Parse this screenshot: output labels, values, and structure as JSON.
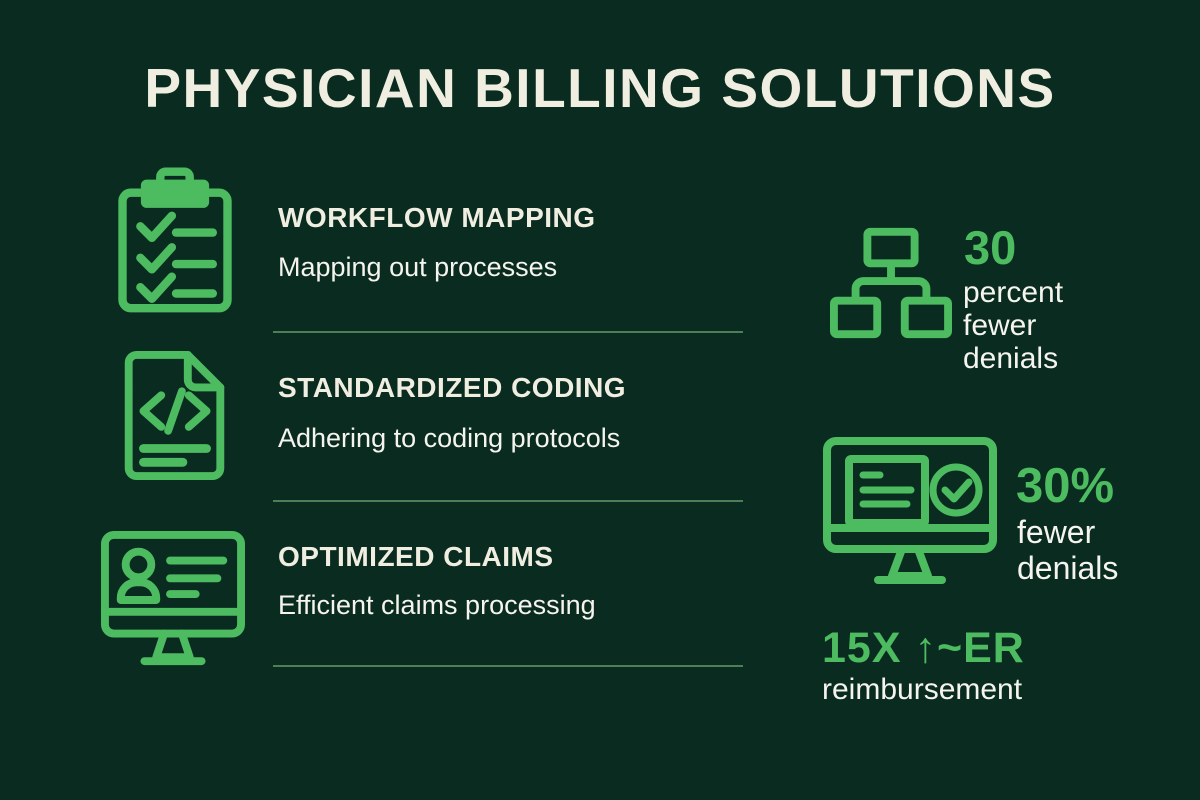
{
  "title": "PHYSICIAN BILLING SOLUTIONS",
  "services": [
    {
      "icon": "clipboard-checklist-icon",
      "title": "WORKFLOW MAPPING",
      "description": "Mapping out processes"
    },
    {
      "icon": "code-document-icon",
      "title": "STANDARDIZED CODING",
      "description": "Adhering to coding protocols"
    },
    {
      "icon": "monitor-user-icon",
      "title": "OPTIMIZED CLAIMS",
      "description": "Efficient claims processing"
    }
  ],
  "stats": [
    {
      "icon": "org-chart-icon",
      "value": "30",
      "label_lines": [
        "percent",
        "fewer",
        "denials"
      ]
    },
    {
      "icon": "monitor-check-icon",
      "value": "30%",
      "label_lines": [
        "fewer",
        "denials"
      ]
    },
    {
      "icon": "",
      "value": "15X ↑~ER",
      "label": "reimbursement"
    }
  ],
  "colors": {
    "background": "#0a2c20",
    "accent_green": "#4dbb60",
    "title_cream": "#f0eee1",
    "body_white": "#f5f4ee",
    "divider_green": "#4e7e58"
  }
}
